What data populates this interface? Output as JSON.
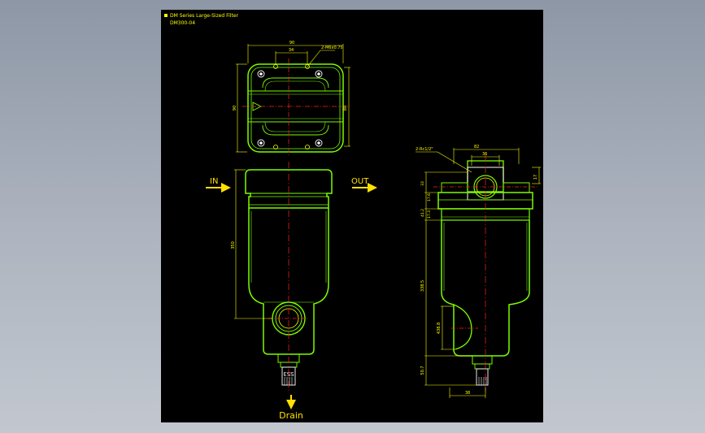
{
  "title_block": {
    "series": "DM Series Large-Sized Filter",
    "model": "DM300-04"
  },
  "flow": {
    "in_label": "IN",
    "out_label": "OUT",
    "drain_label": "Drain"
  },
  "top_view": {
    "dim_width": "90",
    "dim_bolt_spacing": "34",
    "dim_holes": "2-M6x0.75",
    "dim_height_left": "90",
    "dim_height_right": "80"
  },
  "front_view": {
    "dim_height": "350"
  },
  "side_view": {
    "dim_ports": "2-Rc1/2\"",
    "dim_top_width": "82",
    "dim_inner_width": "36",
    "dim_right_small": "17",
    "dim_left_1": "33",
    "dim_left_2": "17.6",
    "dim_left_3": "17.3",
    "dim_left_4": "41.2",
    "dim_body": "338.5",
    "dim_port_dia": "438.8",
    "dim_bottom": "50.7",
    "dim_base_width": "38"
  },
  "colors": {
    "background": "#000000",
    "outline": "#7cfc00",
    "dimension": "#ffff00",
    "centerline": "#ff2020",
    "arrow": "#ffe000",
    "hardware": "#ffffff",
    "page": "#9aa2af"
  }
}
